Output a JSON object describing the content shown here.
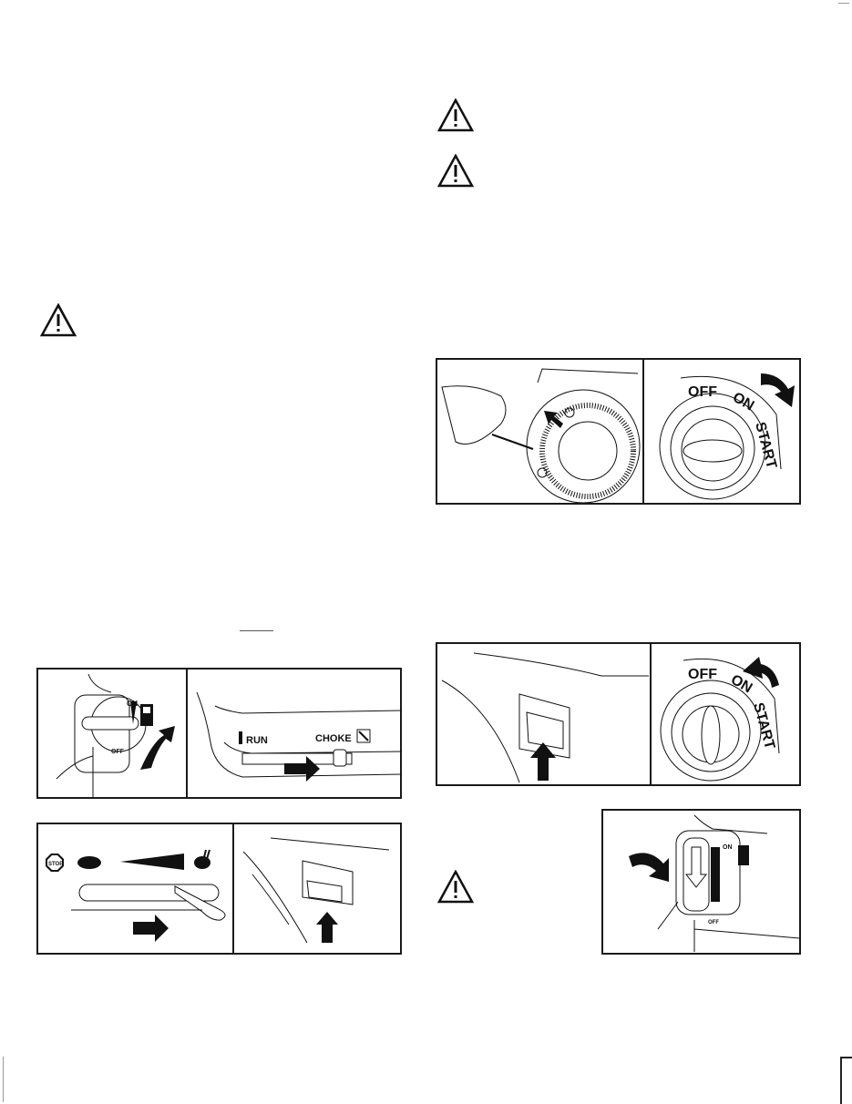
{
  "icons": {
    "warning": "warning-triangle-icon",
    "arrow": "black-arrow-icon",
    "fuel": "fuel-pump-icon",
    "turtle": "turtle-slow-icon",
    "rabbit": "rabbit-fast-icon",
    "stop": "stop-sign-icon"
  },
  "figures": {
    "fuel_valve_on": {
      "on": "ON",
      "off": "OFF"
    },
    "choke": {
      "run": "RUN",
      "choke": "CHOKE"
    },
    "throttle": {
      "stop": "STOP"
    },
    "key_switch_start": {
      "off": "OFF",
      "on": "ON",
      "start": "START"
    },
    "key_switch_return": {
      "off": "OFF",
      "on": "ON",
      "start": "START"
    },
    "fuel_valve_off": {
      "on": "ON",
      "off": "OFF"
    }
  },
  "colors": {
    "ink": "#1a1a1a",
    "paper": "#ffffff"
  }
}
